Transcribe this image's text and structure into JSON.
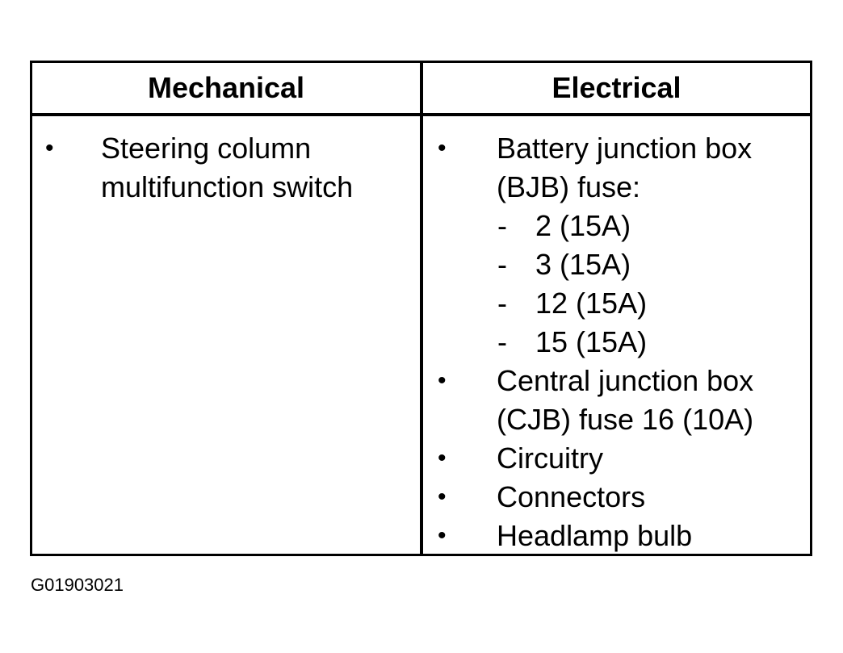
{
  "table": {
    "headers": {
      "mechanical": "Mechanical",
      "electrical": "Electrical"
    },
    "mechanical_items": [
      {
        "bullet": "•",
        "lines": [
          "Steering column",
          "multifunction switch"
        ]
      }
    ],
    "electrical_items": [
      {
        "bullet": "•",
        "lines": [
          "Battery junction box",
          "(BJB) fuse:"
        ],
        "subitems": [
          {
            "dash": "-",
            "text": "2 (15A)"
          },
          {
            "dash": "-",
            "text": "3 (15A)"
          },
          {
            "dash": "-",
            "text": "12 (15A)"
          },
          {
            "dash": "-",
            "text": "15 (15A)"
          }
        ]
      },
      {
        "bullet": "•",
        "lines": [
          "Central junction box",
          "(CJB) fuse 16 (10A)"
        ]
      },
      {
        "bullet": "•",
        "lines": [
          "Circuitry"
        ]
      },
      {
        "bullet": "•",
        "lines": [
          "Connectors"
        ]
      },
      {
        "bullet": "•",
        "lines": [
          "Headlamp bulb"
        ]
      }
    ]
  },
  "figure_id": "G01903021"
}
